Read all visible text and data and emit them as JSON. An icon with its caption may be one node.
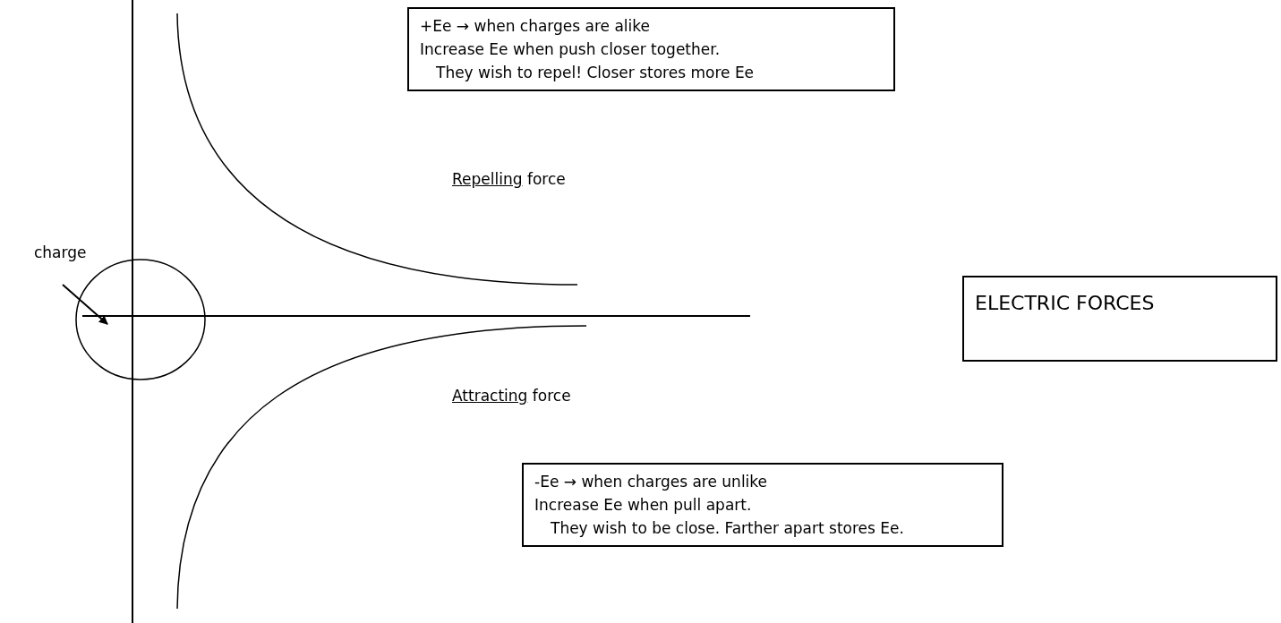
{
  "diagram": {
    "nodes": [
      {
        "text": [
          "+Ee → when charges are alike",
          "Increase Ee when push closer together.",
          "They wish to repel! Closer stores more Ee"
        ]
      },
      {
        "text": [
          "charge"
        ]
      },
      {
        "text": [],
        "shape": "circle"
      },
      {
        "text": [
          "ELECTRIC  FORCES"
        ]
      },
      {
        "text": [
          "-Ee → when charges are unlike",
          "Increase Ee when pull apart.",
          "They wish to be close.  Farther apart stores Ee."
        ]
      }
    ],
    "edges": [
      {
        "from": 1,
        "to": 2,
        "arrow": "to"
      }
    ],
    "labels": [
      "Repelling force",
      "Attracting force"
    ]
  }
}
